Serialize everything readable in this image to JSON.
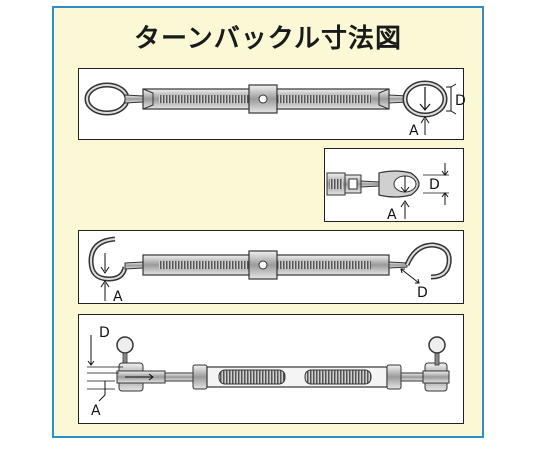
{
  "title": "ターンバックル寸法図",
  "labels": {
    "a": "A",
    "d": "D"
  },
  "colors": {
    "frame_border": "#2e8fc7",
    "frame_bg": "#fbf8d6",
    "metal_light": "#e0e0e0",
    "metal_dark": "#6a6a6a"
  }
}
